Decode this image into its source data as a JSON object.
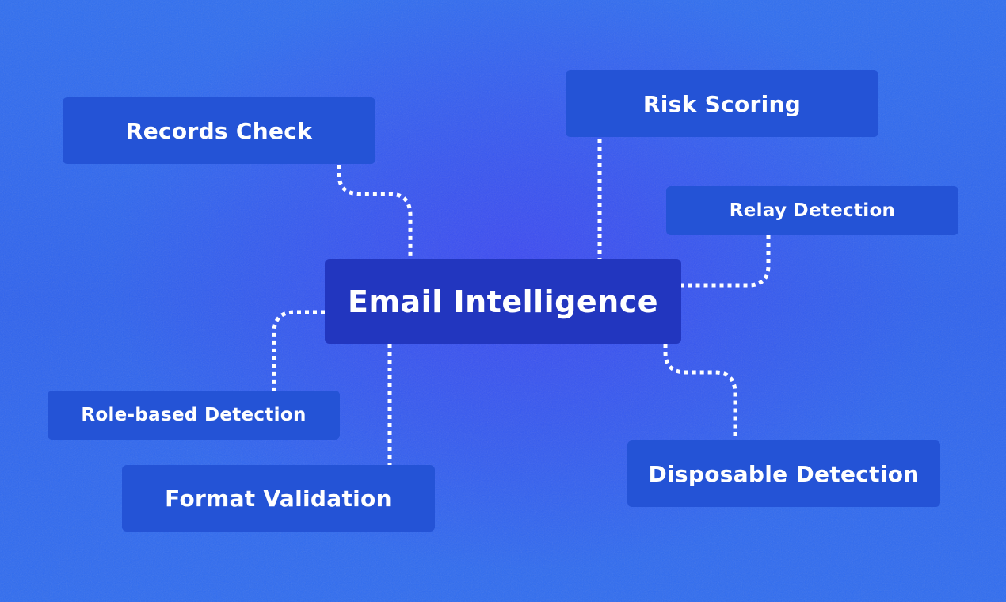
{
  "diagram": {
    "hub": {
      "label": "Email Intelligence"
    },
    "nodes": {
      "records_check": "Records Check",
      "risk_scoring": "Risk Scoring",
      "relay_detection": "Relay Detection",
      "role_based_detection": "Role-based Detection",
      "format_validation": "Format Validation",
      "disposable_detection": "Disposable Detection"
    }
  },
  "colors": {
    "background": "#2f66ef",
    "hub_fill": "#2236bf",
    "node_fill": "#2453d6",
    "connector": "#ffffff",
    "text": "#ffffff"
  }
}
